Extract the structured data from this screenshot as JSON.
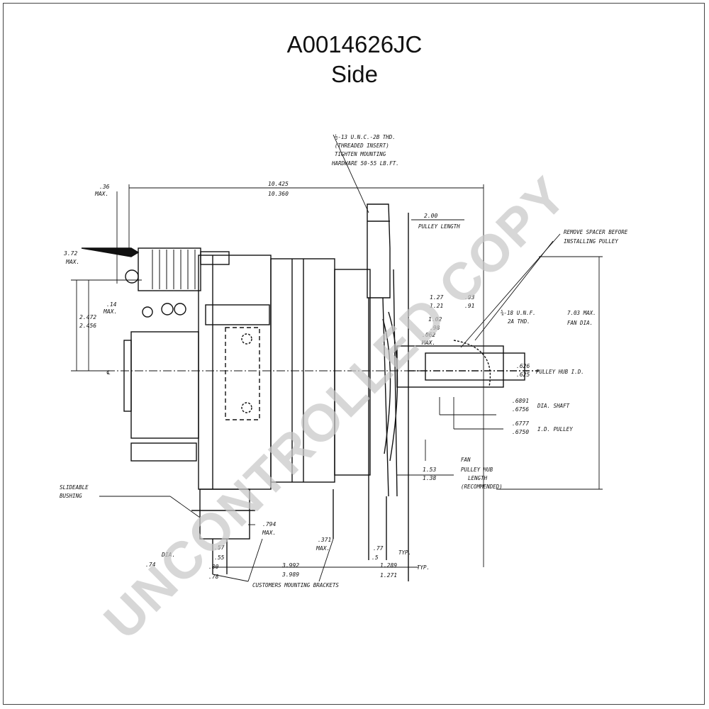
{
  "title": "A0014626JC",
  "subtitle": "Side",
  "watermark": "UNCONTROLLED COPY",
  "annotations": {
    "thread_note": [
      "½-13 U.N.C.-2B THD.",
      "(THREADED INSERT)",
      "TIGHTEN MOUNTING",
      "HARDWARE  50-55 LB.FT."
    ],
    "spacer_note": [
      "REMOVE SPACER BEFORE",
      "INSTALLING PULLEY"
    ],
    "slideable_bushing": [
      "SLIDEABLE",
      "BUSHING"
    ],
    "fan_dia": [
      "7.03 MAX.",
      "FAN DIA."
    ],
    "shaft_thread": [
      "⅝-18 U.N.F.",
      "2A THD."
    ],
    "pulley_hub_id": "PULLEY HUB I.D.",
    "dia_shaft": "DIA. SHAFT",
    "id_pulley": "I.D. PULLEY",
    "fan": "FAN",
    "pulley_hub_length": [
      "PULLEY HUB",
      "LENGTH",
      "(RECOMMENDED)"
    ],
    "customer_brackets": "CUSTOMERS MOUNTING BRACKETS",
    "pulley_length": "PULLEY LENGTH",
    "typ": "TYP.",
    "centerline": "℄"
  },
  "dimensions": {
    "overall_top": "10.425",
    "overall_bottom": "10.360",
    "d36": ".36",
    "max": "MAX.",
    "d372": "3.72",
    "d372max": "MAX.",
    "d14": ".14",
    "d14max": "MAX.",
    "d2472": "2.472",
    "d2456": "2.456",
    "d200": "2.00",
    "d127": "1.27",
    "d121": "1.21",
    "d93": ".93",
    "d91": ".91",
    "d102": "1.02",
    "d98": ".98",
    "d062": ".062",
    "d062max": "MAX.",
    "d626": ".626",
    "d625": ".625",
    "d6891": ".6891",
    "d6756": ".6756",
    "d6777": ".6777",
    "d6750": ".6750",
    "d153": "1.53",
    "d138": "1.38",
    "d794": ".794",
    "d794max": "MAX.",
    "d371": ".371",
    "d371max": "MAX.",
    "d57": ".57",
    "d55": ".55",
    "d80": ".80",
    "d78": ".78",
    "d3992": "3.992",
    "d3989": "3.989",
    "d1289": "1.289",
    "d1271": "1.271",
    "d77": ".77",
    "d5": ".5",
    "dia": "DIA.",
    "d74": ".74"
  }
}
